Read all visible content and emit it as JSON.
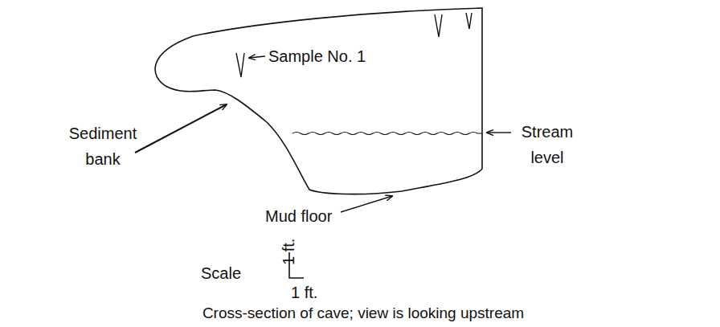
{
  "diagram": {
    "caption": "Cross-section of cave; view is looking upstream",
    "labels": [
      "Sample No. 1",
      "Sediment bank",
      "Stream level",
      "Mud floor",
      "Scale",
      "1 ft.",
      "1 ft."
    ]
  }
}
